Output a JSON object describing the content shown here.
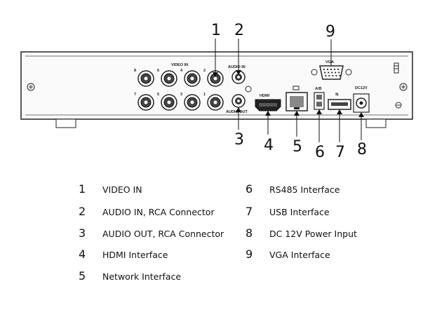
{
  "panel_labels": {
    "video_in": "VIDEO IN",
    "audio_in": "AUDIO IN",
    "audio_out": "AUDIO OUT",
    "hdmi": "HDMI",
    "ab": "A/B",
    "vga": "VGA",
    "dc12v": "DC12V",
    "ports": [
      "8",
      "6",
      "4",
      "2",
      "7",
      "5",
      "3",
      "1"
    ]
  },
  "callouts": [
    "1",
    "2",
    "3",
    "4",
    "5",
    "6",
    "7",
    "8",
    "9"
  ],
  "legend": [
    {
      "num": "1",
      "label": "VIDEO IN"
    },
    {
      "num": "2",
      "label": "AUDIO IN, RCA Connector"
    },
    {
      "num": "3",
      "label": "AUDIO OUT, RCA Connector"
    },
    {
      "num": "4",
      "label": "HDMI Interface"
    },
    {
      "num": "5",
      "label": "Network Interface"
    },
    {
      "num": "6",
      "label": "RS485 Interface"
    },
    {
      "num": "7",
      "label": "USB Interface"
    },
    {
      "num": "8",
      "label": "DC 12V Power Input"
    },
    {
      "num": "9",
      "label": "VGA Interface"
    }
  ]
}
